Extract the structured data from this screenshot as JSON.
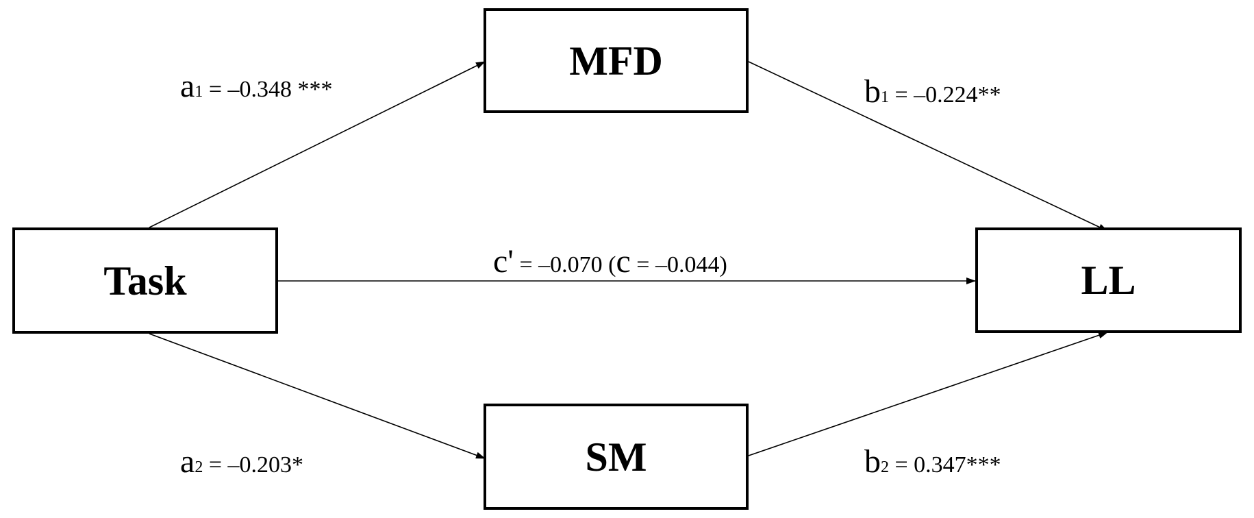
{
  "nodes": {
    "mfd": "MFD",
    "task": "Task",
    "ll": "LL",
    "sm": "SM"
  },
  "paths": {
    "a1": {
      "letter": "a",
      "sub": "1",
      "value": "= –0.348 ***"
    },
    "b1": {
      "letter": "b",
      "sub": "1",
      "value": "= –0.224**"
    },
    "c": {
      "letter": "c'",
      "value": "= –0.070 (",
      "letter2": "c",
      "value2": "= –0.044)"
    },
    "a2": {
      "letter": "a",
      "sub": "2",
      "value": "= –0.203*"
    },
    "b2": {
      "letter": "b",
      "sub": "2",
      "value": "= 0.347***"
    }
  },
  "colors": {
    "line": "#000000",
    "background": "#ffffff"
  }
}
